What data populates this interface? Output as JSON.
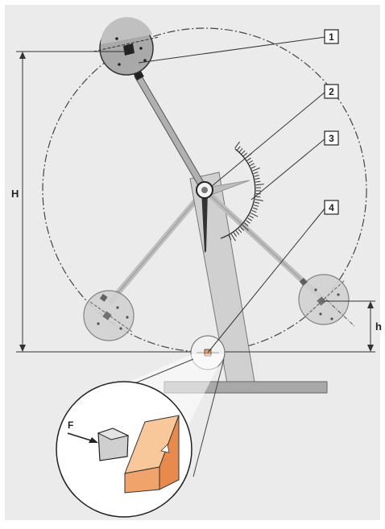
{
  "diagram": {
    "labels": {
      "dim_H": "H",
      "dim_h": "h",
      "force_F": "F"
    },
    "callouts": [
      "1",
      "2",
      "3",
      "4"
    ],
    "colors": {
      "background": "#ebebeb",
      "pendulum_fill": "#c8c8c8",
      "frame_fill": "#d0d0d0",
      "specimen_top": "#f8c79a",
      "specimen_front": "#f0a36a",
      "specimen_side": "#e88a4c",
      "outline": "#333333"
    }
  }
}
